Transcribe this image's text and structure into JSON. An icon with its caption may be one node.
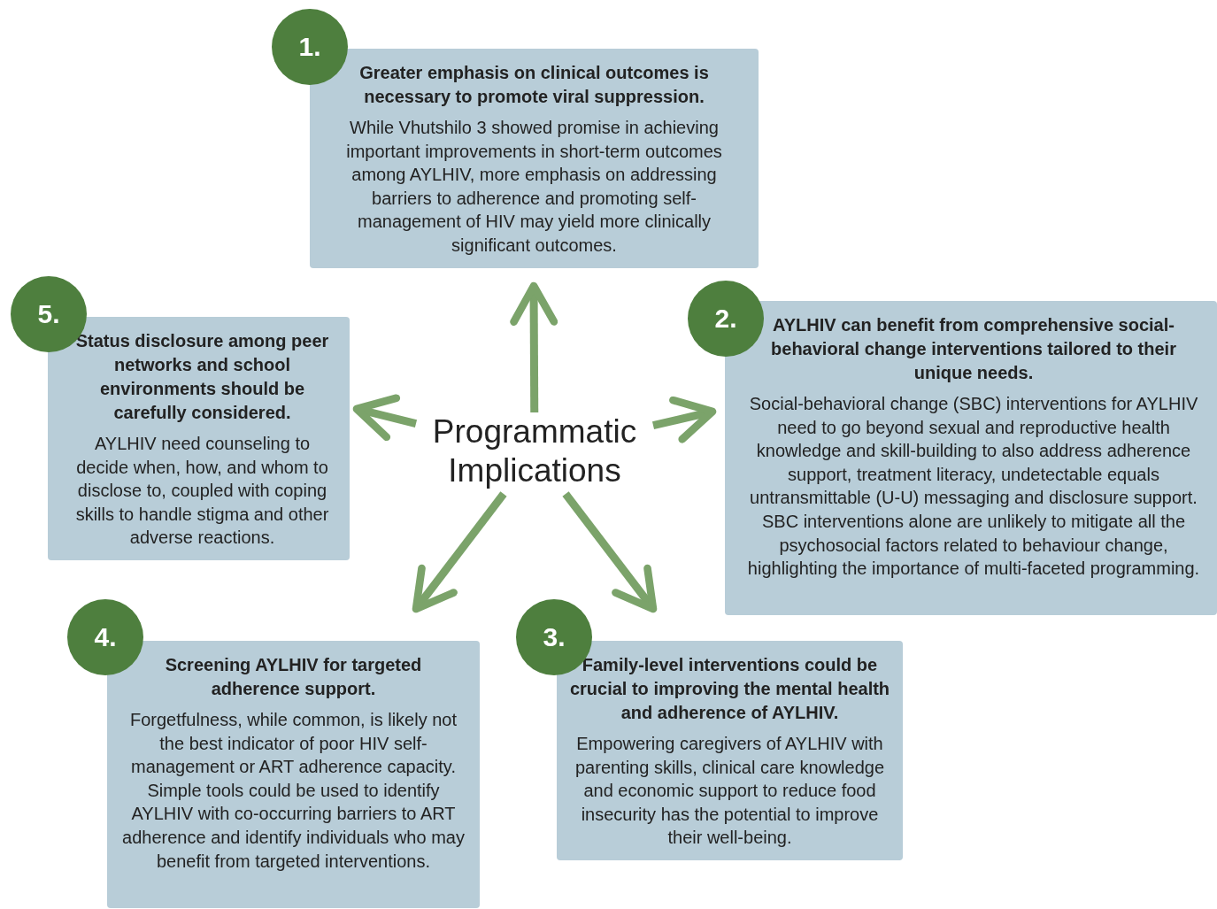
{
  "diagram": {
    "nodes": [
      {
        "text": [
          "1."
        ]
      },
      {
        "text": [
          "Greater emphasis on clinical outcomes is necessary to promote viral suppression.",
          "While Vhutshilo 3 showed promise in achieving important improvements in short-term outcomes among AYLHIV, more emphasis on addressing barriers to adherence and promoting self-management of HIV may yield more clinically significant outcomes."
        ]
      },
      {
        "text": [
          "5."
        ]
      },
      {
        "text": [
          "Status disclosure among peer networks and school environments should be carefully considered.",
          "AYLHIV need counseling to decide when, how, and whom to disclose to, coupled with coping skills to handle stigma and other adverse reactions."
        ]
      },
      {
        "text": [
          "Programmatic Implications"
        ]
      },
      {
        "text": [
          "2."
        ]
      },
      {
        "text": [
          "AYLHIV can benefit from comprehensive social-behavioral change interventions tailored to their unique needs.",
          "Social-behavioral change (SBC) interventions for AYLHIV need to go beyond sexual and reproductive health knowledge and skill-building to also address adherence support, treatment literacy, undetectable equals untransmittable (U-U) messaging and disclosure support. SBC interventions alone are unlikely to mitigate all the psychosocial factors related to behaviour change, highlighting the importance of multi-faceted programming."
        ]
      },
      {
        "text": [
          "4."
        ]
      },
      {
        "text": [
          "Screening AYLHIV for targeted adherence support.",
          "Forgetfulness, while common, is likely not the best indicator of poor HIV self-management or ART adherence capacity. Simple tools could be used to identify AYLHIV with co-occurring barriers to ART adherence and identify individuals who may benefit from targeted interventions."
        ]
      },
      {
        "text": [
          "3."
        ]
      },
      {
        "text": [
          "Family-level interventions could be crucial to improving the mental health and adherence of AYLHIV.",
          "Empowering caregivers of AYLHIV with parenting skills, clinical care knowledge and economic support to reduce food insecurity has the potential to improve their well-being."
        ]
      }
    ],
    "edges": [
      {
        "from": 4,
        "to": 1,
        "arrow": "to"
      },
      {
        "from": 4,
        "to": 3,
        "arrow": "to"
      },
      {
        "from": 4,
        "to": 6,
        "arrow": "to"
      },
      {
        "from": 4,
        "to": 8,
        "arrow": "to"
      },
      {
        "from": 4,
        "to": 10,
        "arrow": "to"
      }
    ]
  }
}
